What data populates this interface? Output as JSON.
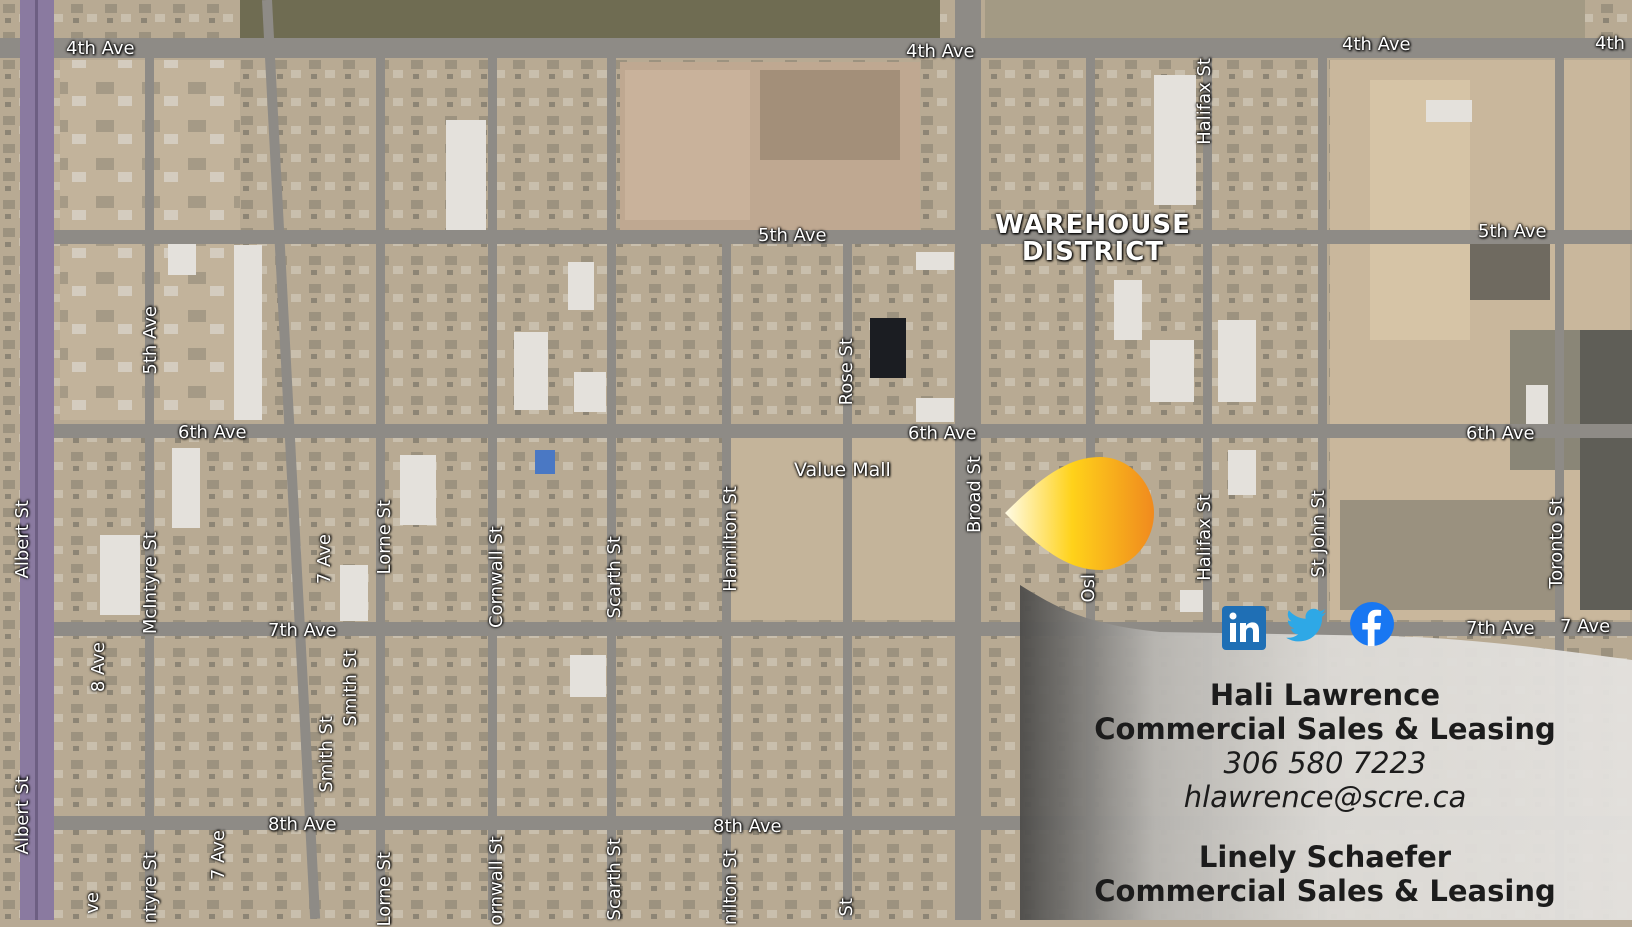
{
  "map": {
    "district": [
      "WAREHOUSE",
      "DISTRICT"
    ],
    "landmark": "Value Mall",
    "avenues": {
      "fourth": "4th Ave",
      "fourth_partial": "4th",
      "fifth": "5th Ave",
      "sixth": "6th Ave",
      "seventh": "7th Ave",
      "seventh_short": "7 Ave",
      "eighth": "8th Ave",
      "eight_short": "8 Ave"
    },
    "streets": {
      "albert": "Albert St",
      "mcintyre": "McIntyre St",
      "mcintyre_partial": "ntyre St",
      "fifth_ave_vertical": "5th Ave",
      "seventh_ave_vertical": "7 Ave",
      "smith": "Smith St",
      "lorne": "Lorne St",
      "cornwall": "Cornwall St",
      "cornwall_partial": "ornwall St",
      "scarth": "Scarth St",
      "hamilton": "Hamilton St",
      "hamilton_partial": "nilton St",
      "rose": "Rose St",
      "broad": "Broad St",
      "osler": "Osl",
      "halifax": "Halifax St",
      "st_john": "St John St",
      "toronto": "Toronto St",
      "ve_partial": "ve",
      "st_partial": "St"
    }
  },
  "social": {
    "linkedin": "linkedin-icon",
    "twitter": "twitter-icon",
    "facebook": "facebook-icon",
    "colors": {
      "linkedin": "#1f6fb5",
      "twitter": "#2ea8e6",
      "facebook": "#1877f2"
    }
  },
  "contacts": [
    {
      "name": "Hali Lawrence",
      "title": "Commercial Sales & Leasing",
      "phone": "306 580 7223",
      "email": "hlawrence@scre.ca"
    },
    {
      "name": "Linely Schaefer",
      "title": "Commercial Sales & Leasing"
    }
  ],
  "colors": {
    "pin_start": "#fffbe6",
    "pin_mid": "#ffd21a",
    "pin_end": "#f08a1e",
    "albert_road": "#8a7aa0"
  }
}
